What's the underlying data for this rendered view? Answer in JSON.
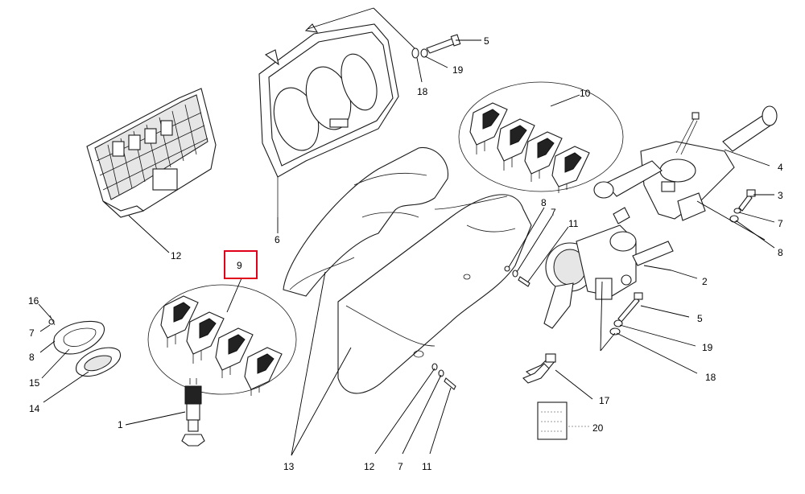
{
  "callouts": {
    "c1": "1",
    "c2": "2",
    "c3": "3",
    "c4": "4",
    "c5_top": "5",
    "c5_right": "5",
    "c6": "6",
    "c7_top": "7",
    "c7_right": "7",
    "c7_left": "7",
    "c7_bottom": "7",
    "c8_mid": "8",
    "c8_right": "8",
    "c8_left": "8",
    "c9": "9",
    "c10": "10",
    "c11_mid": "11",
    "c11_bottom": "11",
    "c12_box": "12",
    "c12_bottom": "12",
    "c13": "13",
    "c14": "14",
    "c15": "15",
    "c16": "16",
    "c17": "17",
    "c18_top": "18",
    "c18_right": "18",
    "c19_top": "19",
    "c19_right": "19",
    "c20": "20"
  },
  "highlight": {
    "callout": "9",
    "color": "#e0001a"
  }
}
